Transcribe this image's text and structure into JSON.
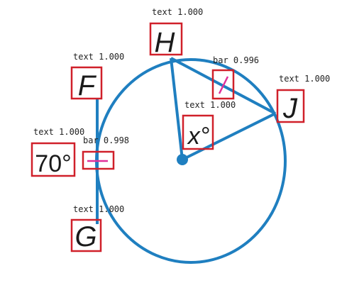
{
  "colors": {
    "circle": "#1f7fc0",
    "box": "#d0202a",
    "tick": "#e0309a",
    "label_text": "#222222"
  },
  "points": {
    "H": "H",
    "F": "F",
    "J": "J",
    "G": "G"
  },
  "angles": {
    "x": "x°",
    "seventy": "70°"
  },
  "detections": {
    "H": "text 1.000",
    "F": "text 1.000",
    "J": "text 1.000",
    "G": "text 1.000",
    "x_angle": "text 1.000",
    "seventy_angle": "text 1.000",
    "bar_top": "bar 0.996",
    "bar_left": "bar 0.998"
  }
}
